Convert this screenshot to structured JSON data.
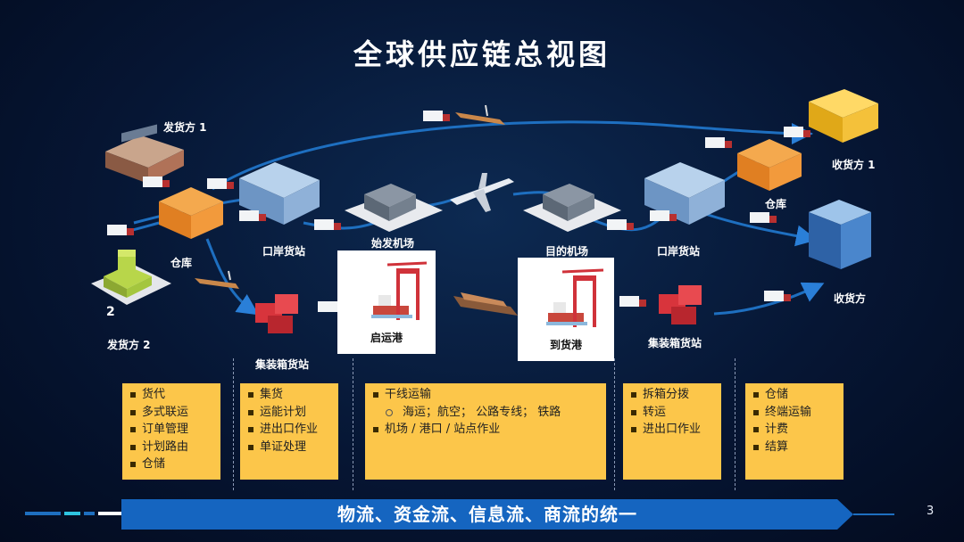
{
  "title": "全球供应链总视图",
  "nodes": {
    "shipper1": "发货方 1",
    "shipper2": "发货方 2",
    "shipper2_badge": "2",
    "warehouse_origin": "仓库",
    "port_station_origin": "口岸货站",
    "origin_airport": "始发机场",
    "dest_airport": "目的机场",
    "port_station_dest": "口岸货站",
    "warehouse_dest": "仓库",
    "consignee1": "收货方 1",
    "consignee": "收货方",
    "container_station_origin": "集装箱货站",
    "container_station_dest": "集装箱货站",
    "port_of_loading": "启运港",
    "port_of_discharge": "到货港"
  },
  "boxes": [
    {
      "items": [
        {
          "text": "货代"
        },
        {
          "text": "多式联运"
        },
        {
          "text": "订单管理"
        },
        {
          "text": "计划路由"
        },
        {
          "text": "仓储"
        }
      ]
    },
    {
      "items": [
        {
          "text": "集货"
        },
        {
          "text": "运能计划"
        },
        {
          "text": "进出口作业"
        },
        {
          "text": "单证处理"
        }
      ]
    },
    {
      "items": [
        {
          "text": "干线运输"
        },
        {
          "text": "海运；航空； 公路专线； 铁路",
          "sub": true
        },
        {
          "text": "机场 / 港口 / 站点作业"
        }
      ]
    },
    {
      "items": [
        {
          "text": "拆箱分拨"
        },
        {
          "text": "转运"
        },
        {
          "text": "进出口作业"
        }
      ]
    },
    {
      "items": [
        {
          "text": "仓储"
        },
        {
          "text": "终端运输"
        },
        {
          "text": "计费"
        },
        {
          "text": "结算"
        }
      ]
    }
  ],
  "banner": "物流、资金流、信息流、商流的统一",
  "page_number": "3",
  "colors": {
    "background": "#061634",
    "box_fill": "#fcc64a",
    "banner_fill": "#1565c0",
    "accent_cyan": "#2ec4e0",
    "flow_line": "#1e6fc0"
  },
  "icons": [
    "factory-icon",
    "warehouse-icon",
    "truck-icon",
    "ship-icon",
    "airplane-icon",
    "airport-terminal-icon",
    "container-stack-icon",
    "port-crane-icon",
    "office-building-icon"
  ]
}
